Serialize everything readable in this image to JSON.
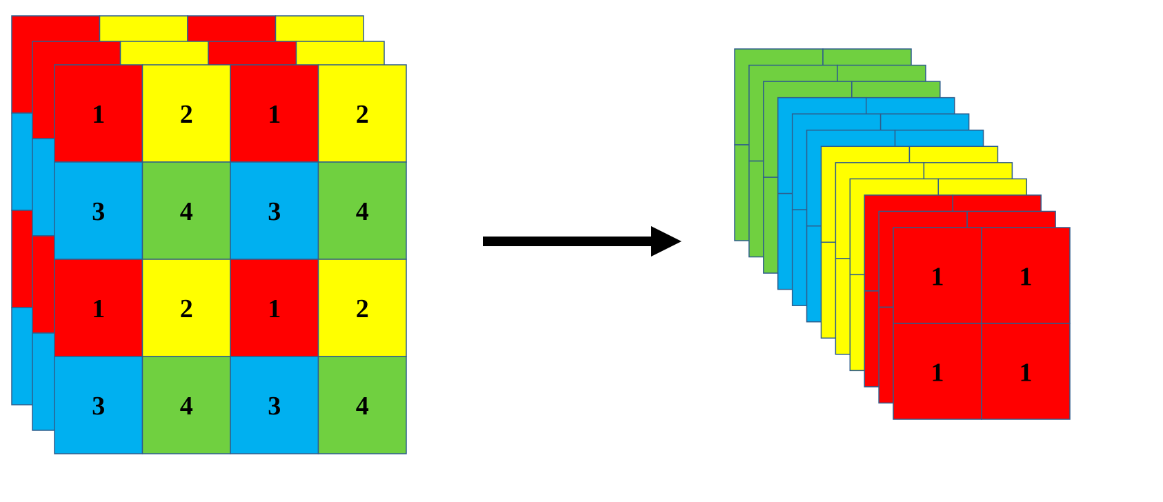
{
  "colors": {
    "red": "#ff0000",
    "yellow": "#ffff00",
    "blue": "#00b0f0",
    "green": "#70d040",
    "border": "#2e5d8c",
    "arrow": "#000000"
  },
  "input_grid": {
    "description_layers": 3,
    "front_labels": [
      [
        "1",
        "2",
        "1",
        "2"
      ],
      [
        "3",
        "4",
        "3",
        "4"
      ],
      [
        "1",
        "2",
        "1",
        "2"
      ],
      [
        "3",
        "4",
        "3",
        "4"
      ]
    ],
    "front_colors": [
      [
        "red",
        "yellow",
        "red",
        "yellow"
      ],
      [
        "blue",
        "green",
        "blue",
        "green"
      ],
      [
        "red",
        "yellow",
        "red",
        "yellow"
      ],
      [
        "blue",
        "green",
        "blue",
        "green"
      ]
    ]
  },
  "output_stack": {
    "layer_colors": [
      "green",
      "green",
      "green",
      "blue",
      "blue",
      "blue",
      "yellow",
      "yellow",
      "yellow",
      "red",
      "red",
      "red"
    ],
    "front_labels": [
      [
        "1",
        "1"
      ],
      [
        "1",
        "1"
      ]
    ]
  },
  "arrow": {
    "direction": "right"
  }
}
